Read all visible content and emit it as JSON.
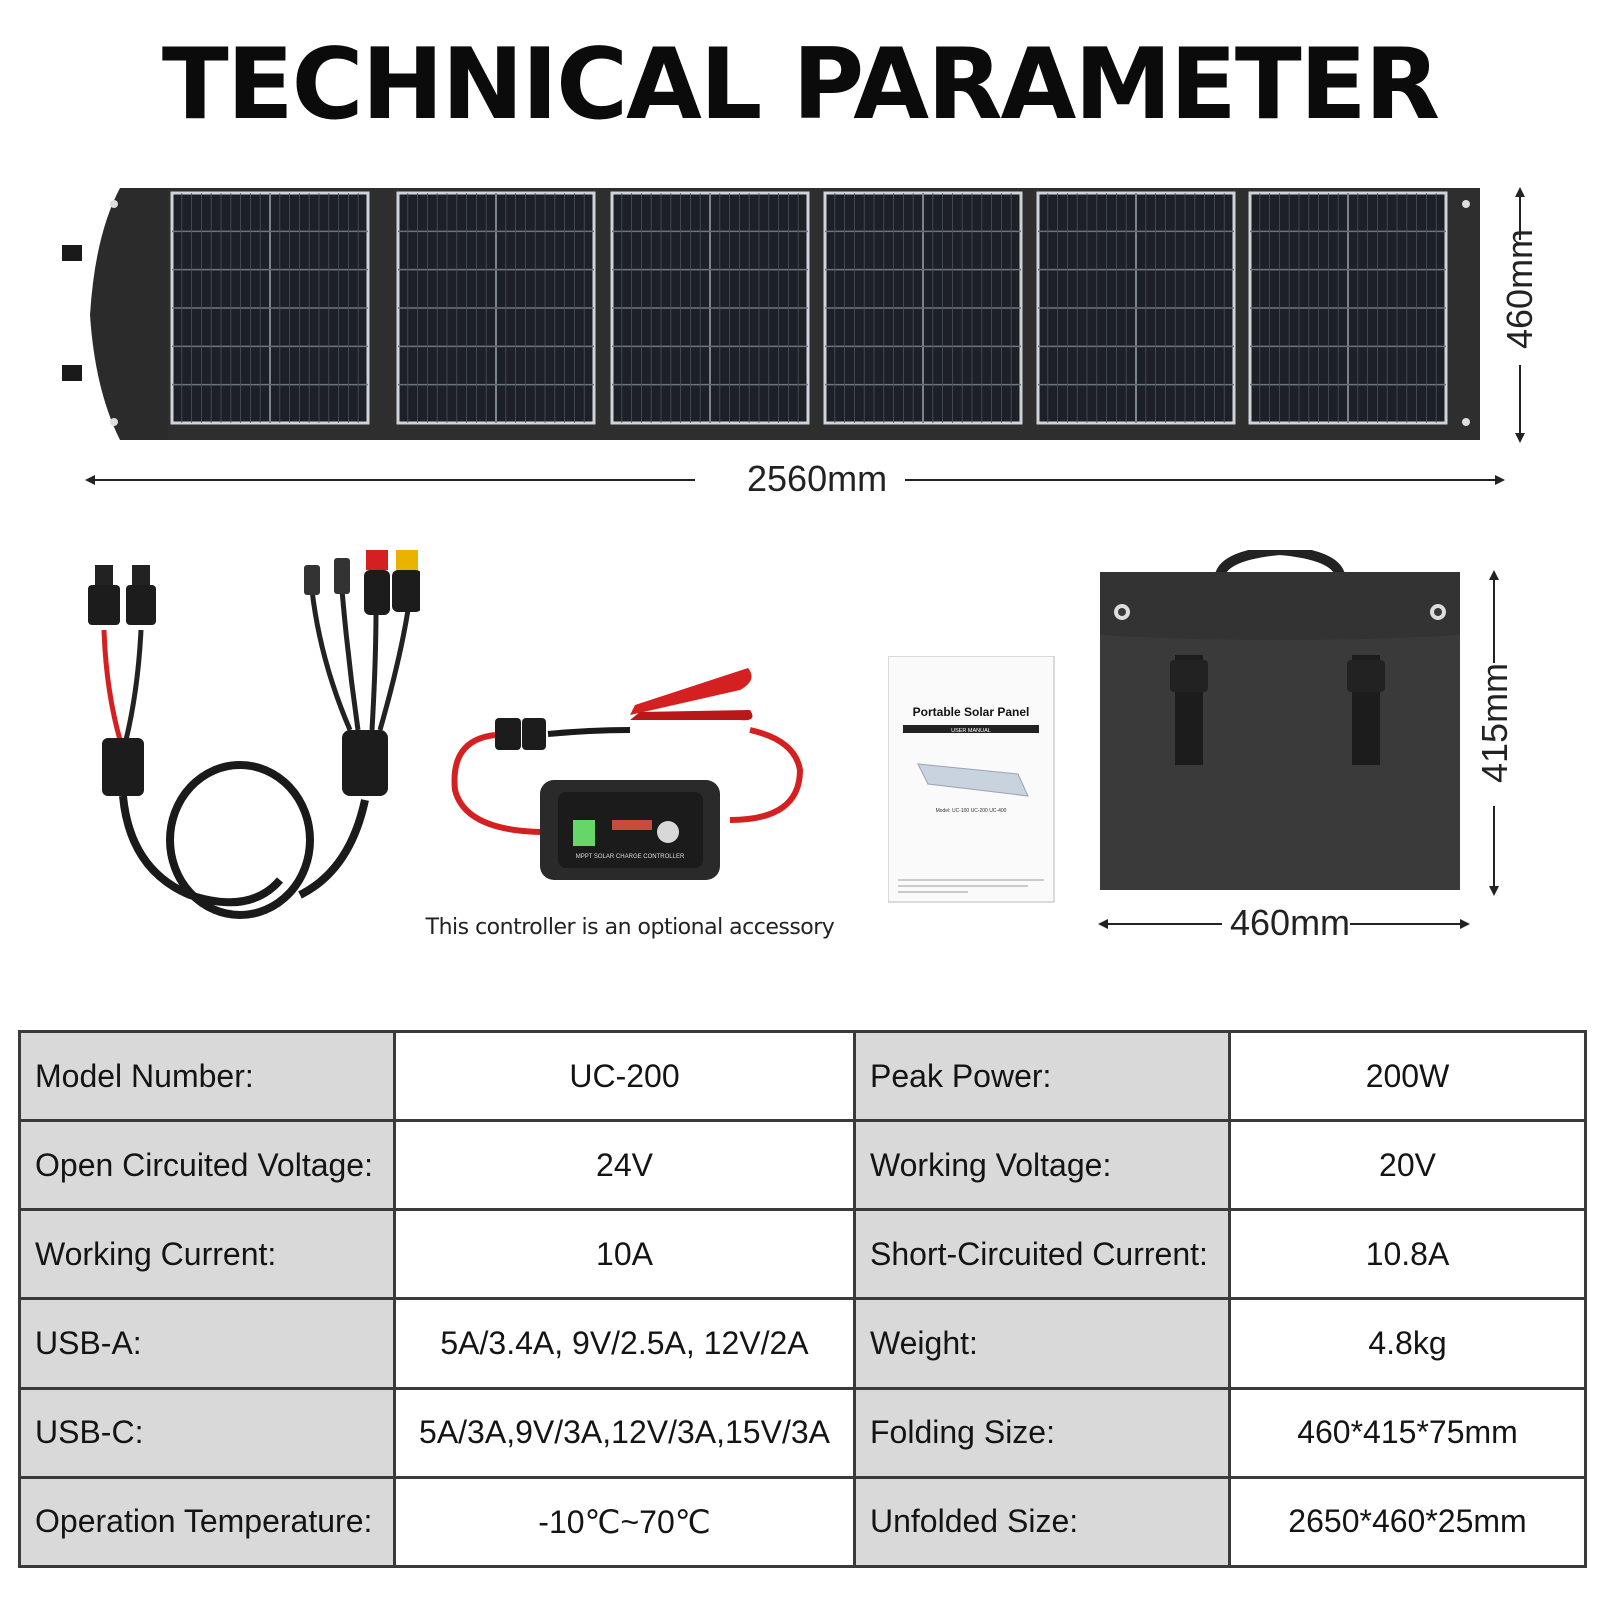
{
  "title": "TECHNICAL PARAMETER",
  "dimensions": {
    "unfolded_length": "2560mm",
    "unfolded_height": "460mm",
    "folded_height": "415mm",
    "folded_width": "460mm"
  },
  "accessories": {
    "controller_caption": "This controller is an optional accessory",
    "manual_title": "Portable Solar Panel",
    "manual_subtitle": "USER MANUAL",
    "manual_models": "Model:  UC-100   UC-200   UC-400",
    "controller_label": "MPPT SOLAR CHARGE CONTROLLER"
  },
  "specs": [
    {
      "label": "Model Number:",
      "value": "UC-200",
      "label2": "Peak Power:",
      "value2": "200W"
    },
    {
      "label": "Open Circuited Voltage:",
      "value": "24V",
      "label2": "Working Voltage:",
      "value2": "20V"
    },
    {
      "label": "Working Current:",
      "value": "10A",
      "label2": "Short-Circuited Current:",
      "value2": "10.8A"
    },
    {
      "label": "USB-A:",
      "value": "5A/3.4A, 9V/2.5A, 12V/2A",
      "label2": "Weight:",
      "value2": "4.8kg"
    },
    {
      "label": "USB-C:",
      "value": "5A/3A,9V/3A,12V/3A,15V/3A",
      "label2": "Folding Size:",
      "value2": "460*415*75mm"
    },
    {
      "label": "Operation Temperature:",
      "value": "-10℃~70℃",
      "label2": "Unfolded Size:",
      "value2": "2650*460*25mm"
    }
  ],
  "colors": {
    "panel_frame": "#2f2f2f",
    "cell": "#1d2127",
    "label_bg": "#d9d9d9",
    "red_cable": "#d42020"
  }
}
